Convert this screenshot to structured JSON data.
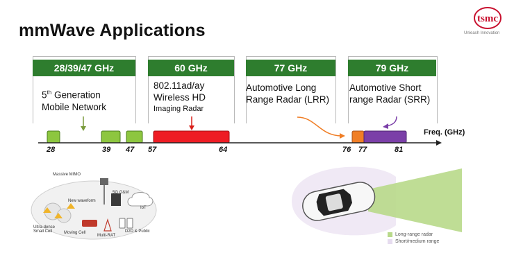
{
  "slide": {
    "title": "mmWave Applications",
    "logo_text": "tsmc",
    "tagline": "Unleash Innovation"
  },
  "bands": [
    {
      "label": "28/39/47 GHz",
      "desc_line1": "5",
      "desc_sup": "th",
      "desc_line1b": " Generation",
      "desc_line2": "Mobile Network"
    },
    {
      "label": "60 GHz",
      "desc_line1": "802.11ad/ay",
      "desc_line2": "Wireless HD",
      "desc_line3": "Imaging Radar"
    },
    {
      "label": "77 GHz",
      "desc_line1": "Automotive Long",
      "desc_line2": "Range Radar (LRR)"
    },
    {
      "label": "79 GHz",
      "desc_line1": "Automotive Short",
      "desc_line2": "range Radar (SRR)"
    }
  ],
  "axis": {
    "ticks": [
      "28",
      "39",
      "47",
      "57",
      "64",
      "76",
      "77",
      "81"
    ],
    "unit_label": "Freq. (GHz)"
  },
  "colors": {
    "band_header": "#2e7d2e",
    "green_block": "#8dc63f",
    "red_block": "#ee1c24",
    "orange_block": "#f07e26",
    "purple_block": "#7b3fa8",
    "lrr_beam": "#b8d98a",
    "srr_beam": "#e6dcef"
  },
  "network_diagram": {
    "labels": [
      "Massive MIMO",
      "New waveform",
      "5G O&M",
      "Ultra-dense Small Cell",
      "Moving Cell",
      "Multi-RAT",
      "D2D & Public",
      "IoT"
    ]
  },
  "radar_legend": {
    "items": [
      "Long-range radar",
      "Short/medium range"
    ]
  }
}
